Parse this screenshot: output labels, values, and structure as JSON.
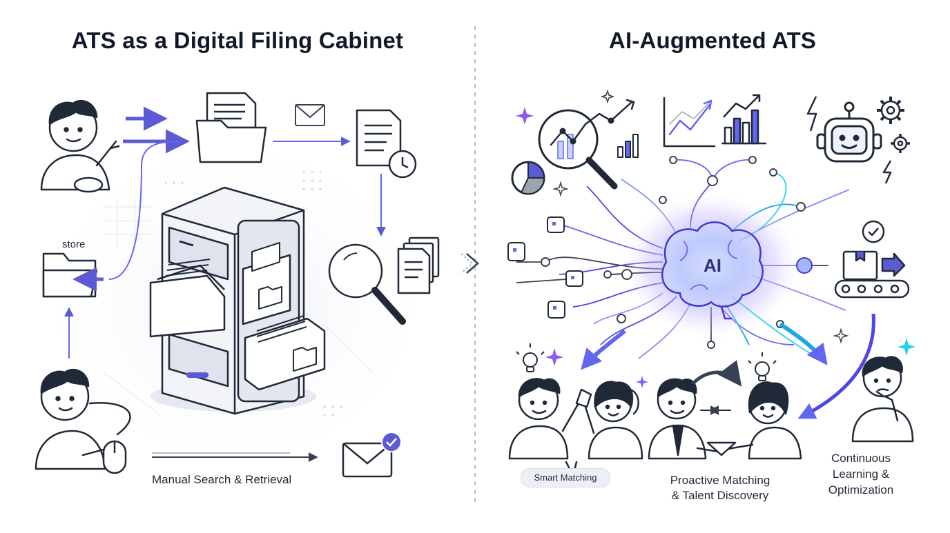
{
  "left_panel": {
    "title": "ATS as a Digital Filing Cabinet",
    "store_label": "store",
    "manual_label": "Manual Search & Retrieval"
  },
  "right_panel": {
    "title": "AI-Augmented ATS",
    "core_label": "AI",
    "smart_matching_label": "Smart Matching",
    "proactive_label_line1": "Proactive Matching",
    "proactive_label_line2": "& Talent Discovery",
    "continuous_label_line1": "Continuous",
    "continuous_label_line2": "Learning &",
    "continuous_label_line3": "Optimization"
  },
  "colors": {
    "accent": "#5b5bd6",
    "ink": "#1f2937",
    "glow": "#a78bfa",
    "cyan": "#22d3ee",
    "divider": "#9ca3af"
  }
}
